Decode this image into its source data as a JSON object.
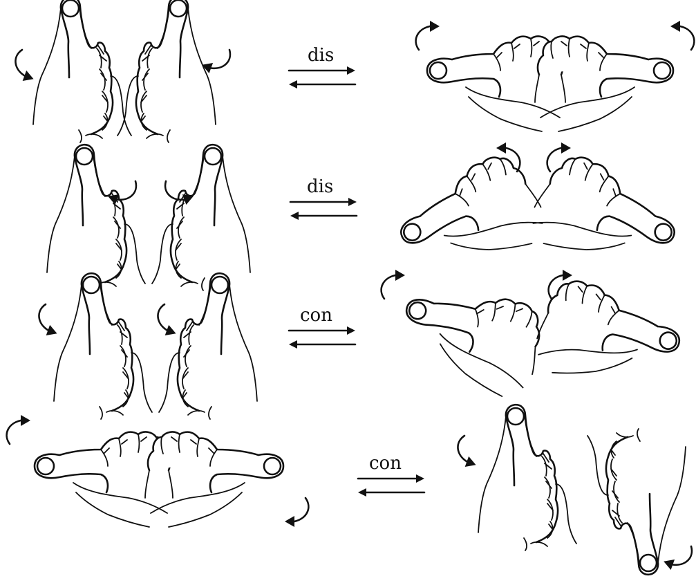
{
  "figure": {
    "rows": [
      {
        "label": "dis"
      },
      {
        "label": "dis"
      },
      {
        "label": "con"
      },
      {
        "label": "con"
      }
    ]
  },
  "colors": {
    "ink": "#111111",
    "paper": "#ffffff"
  },
  "icons": [
    "thumbs-up-hand-icon",
    "flat-hand-icon",
    "rotation-arrow-icon",
    "equilibrium-arrows-icon"
  ]
}
